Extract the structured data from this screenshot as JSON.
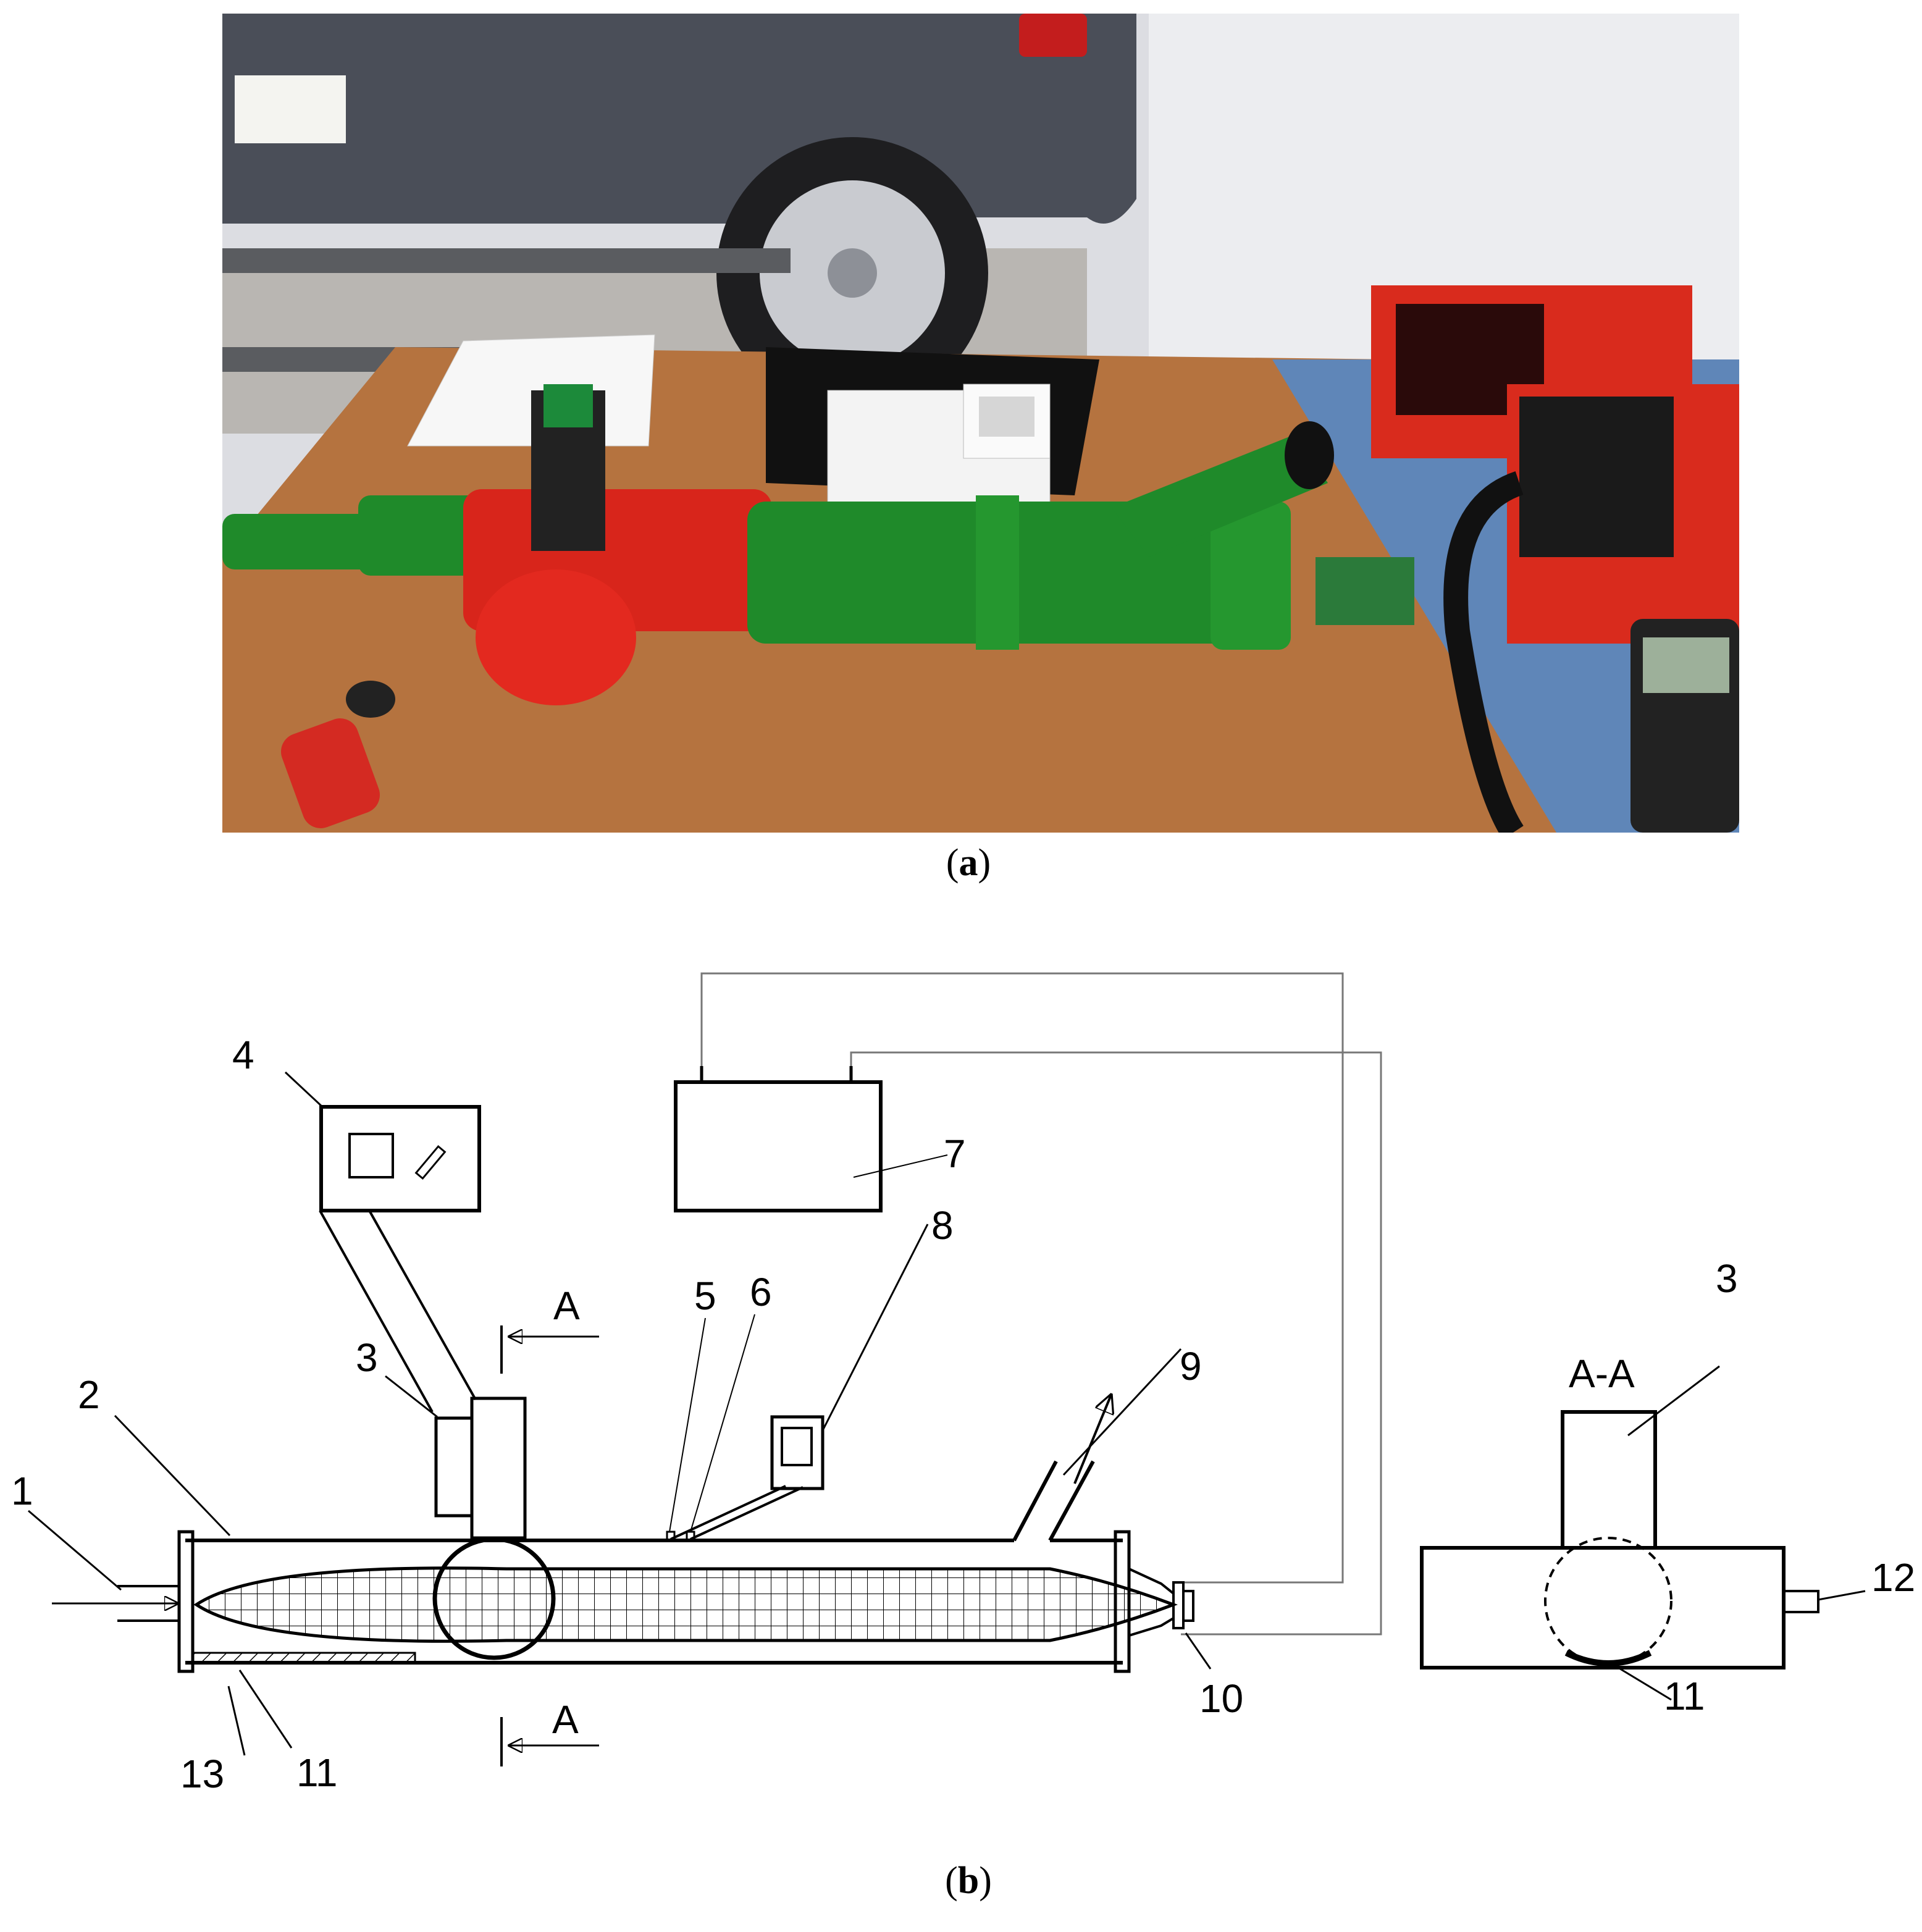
{
  "captions": {
    "a_open": "(",
    "a_letter": "a",
    "a_close": ")",
    "b_open": "(",
    "b_letter": "b",
    "b_close": ")"
  },
  "labels": {
    "n1": "1",
    "n2": "2",
    "n3": "3",
    "n4": "4",
    "n5": "5",
    "n6": "6",
    "n7": "7",
    "n8": "8",
    "n9": "9",
    "n10": "10",
    "n11": "11",
    "n12": "12",
    "n13": "13",
    "section_mark_top": "A",
    "section_mark_bottom": "A",
    "section_view_title": "A-A",
    "side_n3": "3",
    "side_n11": "11"
  },
  "colors": {
    "pipe_green": "#1f8a2a",
    "pipe_red": "#d8251b",
    "table_wood": "#b5733f",
    "wall": "#e9e9ec",
    "line": "#000000"
  }
}
